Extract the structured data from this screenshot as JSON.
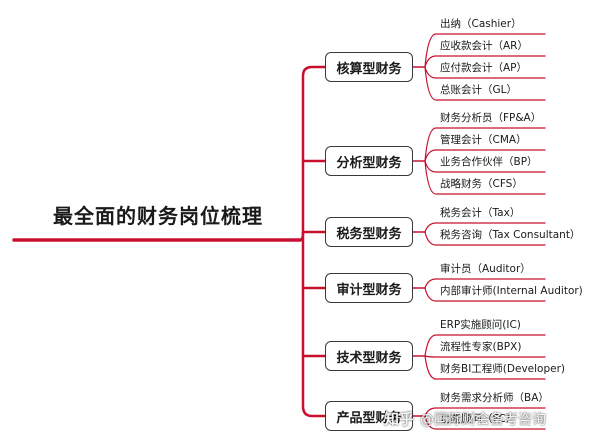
{
  "root": {
    "title": "最全面的财务岗位梳理"
  },
  "accent_color": "#c8102e",
  "categories": [
    {
      "label": "核算型财务",
      "items": [
        "出纳（Cashier）",
        "应收款会计（AR）",
        "应付款会计（AP）",
        "总账会计（GL）"
      ]
    },
    {
      "label": "分析型财务",
      "items": [
        "财务分析员（FP&A）",
        "管理会计（CMA）",
        "业务合作伙伴（BP）",
        "战略财务（CFS）"
      ]
    },
    {
      "label": "税务型财务",
      "items": [
        "税务会计（Tax）",
        "税务咨询（Tax Consultant）"
      ]
    },
    {
      "label": "审计型财务",
      "items": [
        "审计员（Auditor）",
        "内部审计师(Internal Auditor)"
      ]
    },
    {
      "label": "技术型财务",
      "items": [
        "ERP实施顾问(IC)",
        "流程性专家(BPX)",
        "财务BI工程师(Developer)"
      ]
    },
    {
      "label": "产品型财务",
      "items": [
        "财务需求分析师（BA）",
        "功能顾问（FC）"
      ]
    }
  ],
  "watermark": {
    "site": "知乎",
    "handle": "@国际财会备考咨询"
  }
}
